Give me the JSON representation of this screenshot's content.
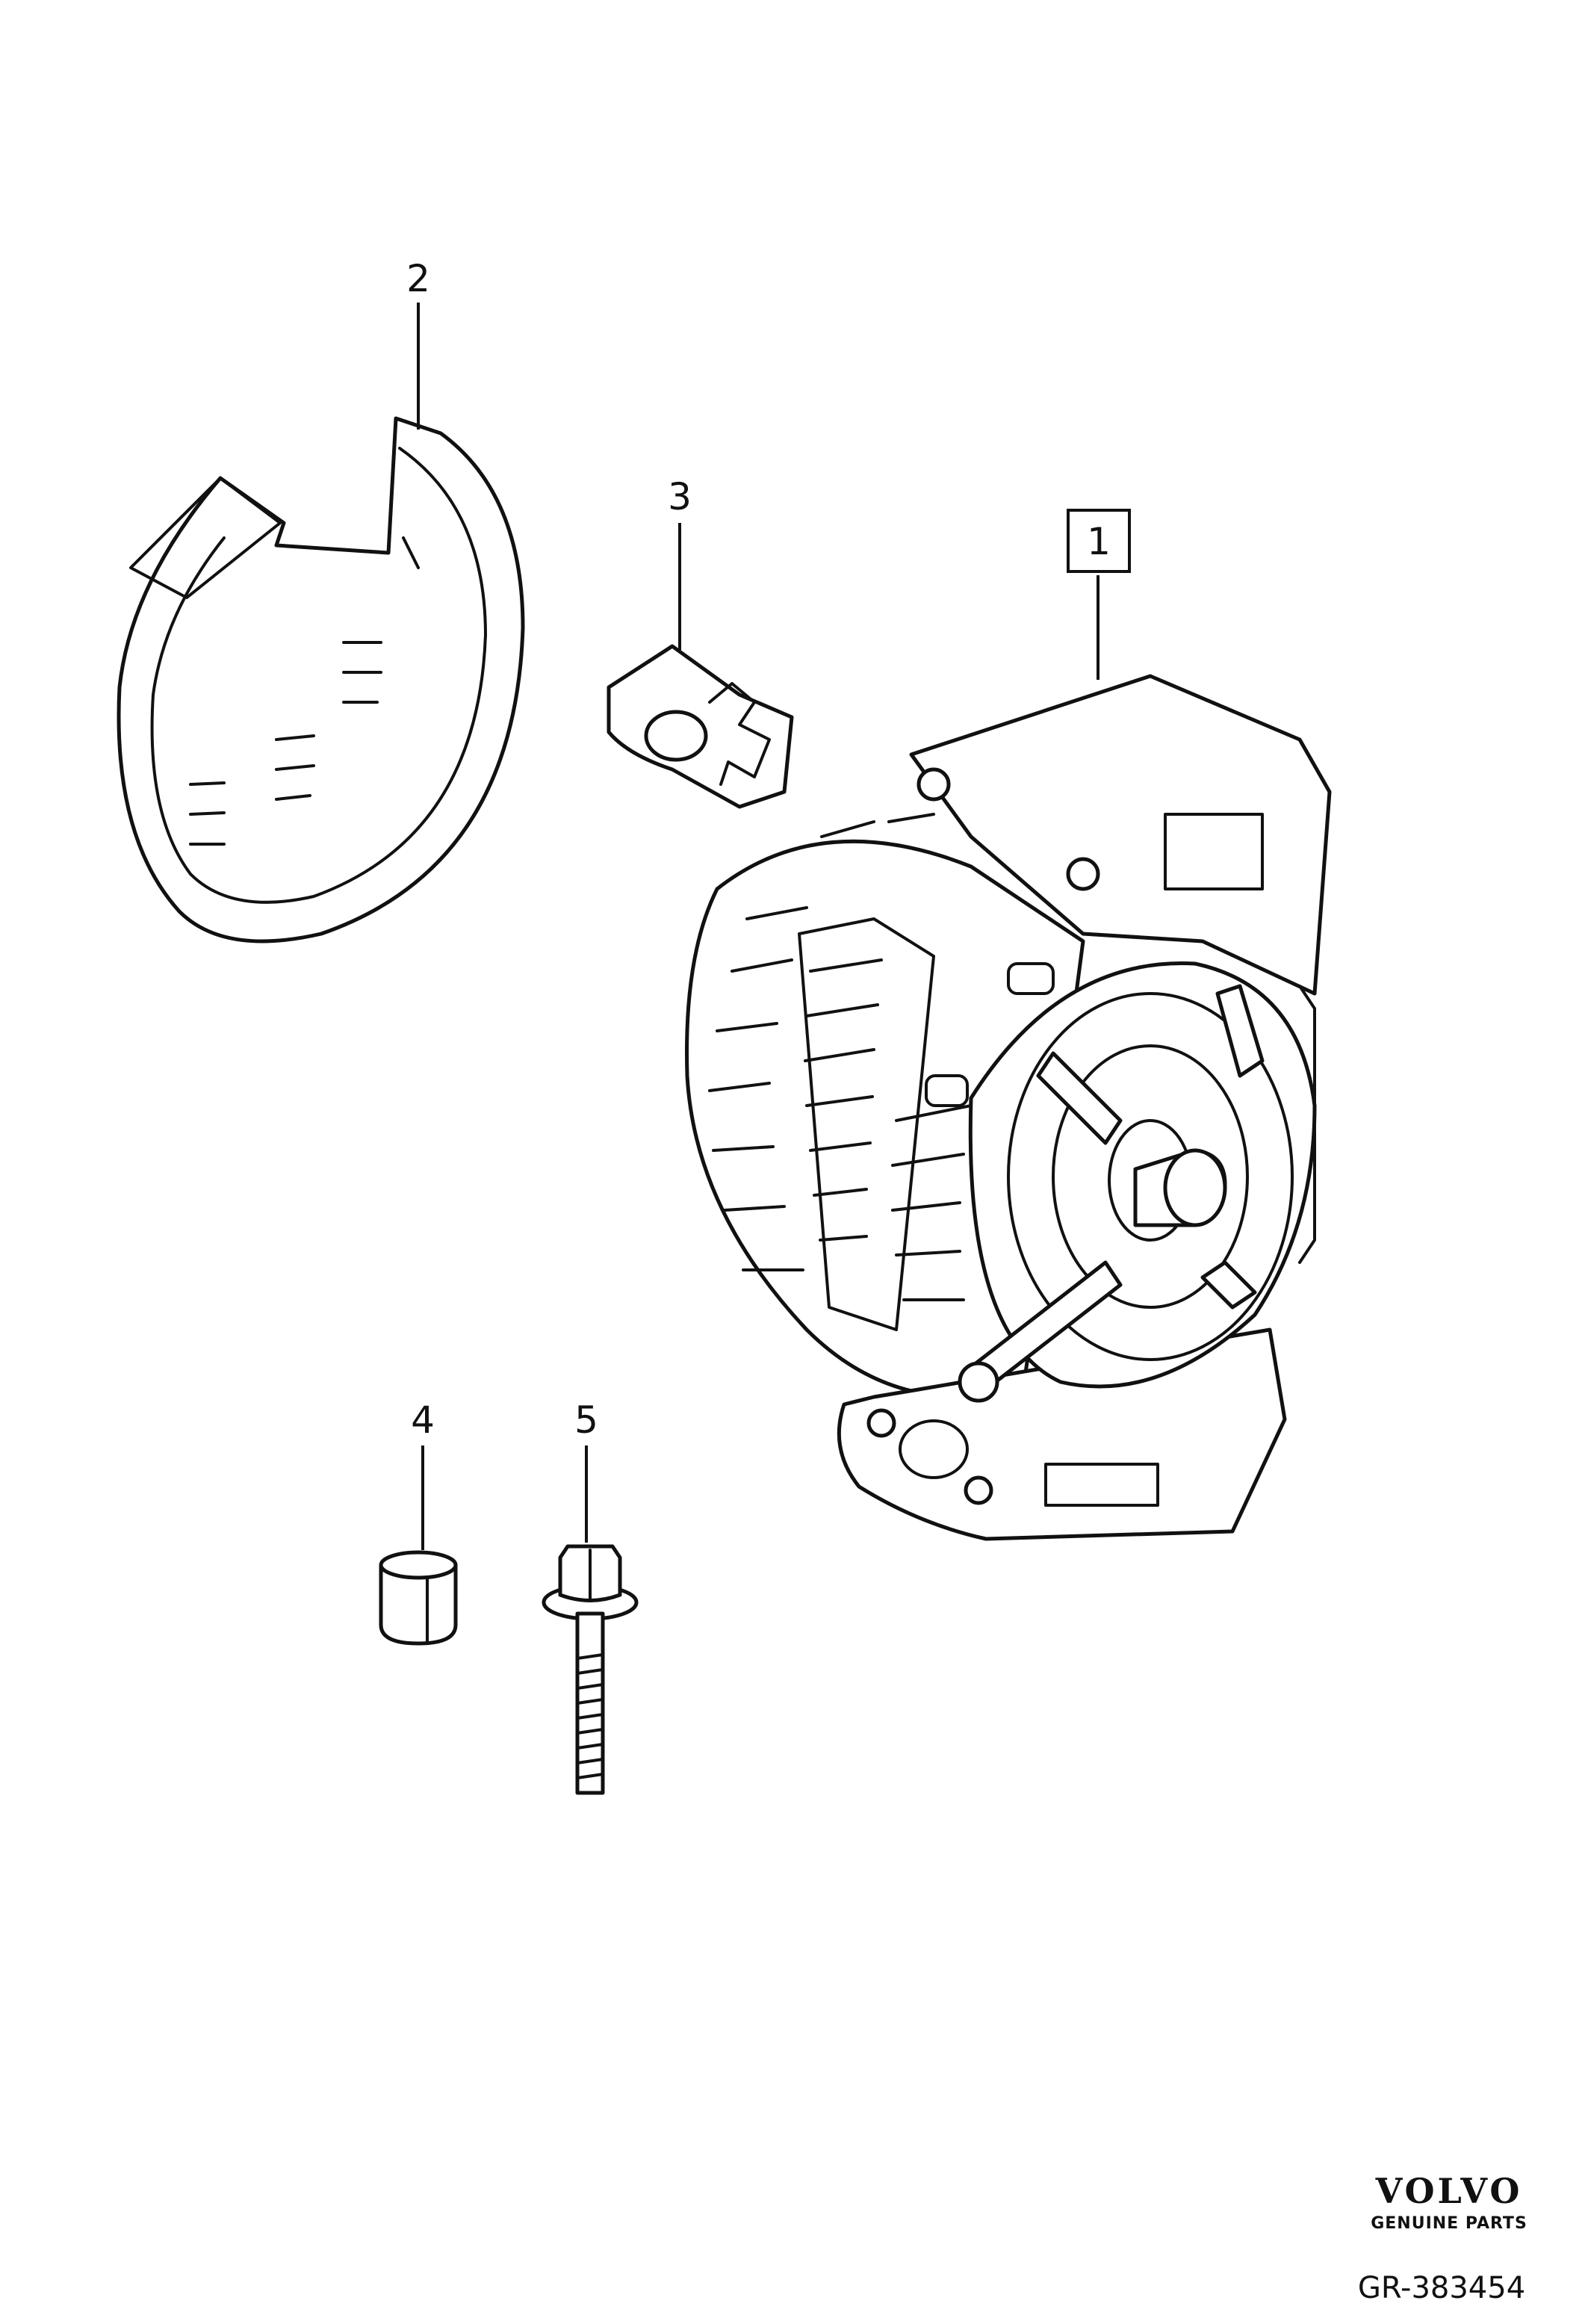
{
  "callouts": [
    {
      "id": "1",
      "boxed": true
    },
    {
      "id": "2",
      "boxed": false
    },
    {
      "id": "3",
      "boxed": false
    },
    {
      "id": "4",
      "boxed": false
    },
    {
      "id": "5",
      "boxed": false
    }
  ],
  "brand": {
    "logo": "VOLVO",
    "subtitle": "GENUINE PARTS"
  },
  "diagram_code": "GR-383454"
}
